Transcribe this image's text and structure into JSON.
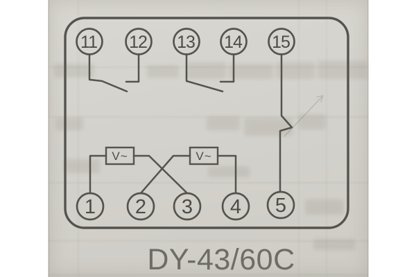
{
  "diagram": {
    "type": "relay-internal-wiring-diagram",
    "caption": "DY-43/60C",
    "terminals": {
      "top": [
        "11",
        "12",
        "13",
        "14",
        "15"
      ],
      "bottom": [
        "1",
        "2",
        "3",
        "4",
        "5"
      ]
    },
    "coils": [
      "V~",
      "V~"
    ],
    "connections": [
      {
        "from": "11",
        "to": "12",
        "via": "normally-open-contact"
      },
      {
        "from": "13",
        "to": "14",
        "via": "normally-open-contact"
      },
      {
        "from": "15",
        "to": "5",
        "via": "kinked-lead"
      },
      {
        "from": "1",
        "to": "3",
        "via": "coil-1"
      },
      {
        "from": "2",
        "to": "4",
        "via": "coil-2"
      }
    ],
    "colors": {
      "line": "#55534d",
      "paper": "#d4d2cc",
      "caption_text": "#6e6c67",
      "page_margin": "#ffffff"
    }
  }
}
